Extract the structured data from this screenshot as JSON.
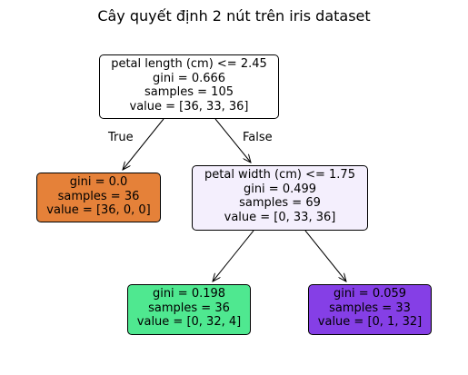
{
  "title": "Cây quyết định 2 nút trên iris dataset",
  "nodes": {
    "root": {
      "lines": [
        "petal length (cm) <= 2.45",
        "gini = 0.666",
        "samples = 105",
        "value = [36, 33, 36]"
      ],
      "fill": "#ffffff"
    },
    "left": {
      "lines": [
        "gini = 0.0",
        "samples = 36",
        "value = [36, 0, 0]"
      ],
      "fill": "#e58139"
    },
    "right": {
      "lines": [
        "petal width (cm) <= 1.75",
        "gini = 0.499",
        "samples = 69",
        "value = [0, 33, 36]"
      ],
      "fill": "#f4effd"
    },
    "rl": {
      "lines": [
        "gini = 0.198",
        "samples = 36",
        "value = [0, 32, 4]"
      ],
      "fill": "#4fe890"
    },
    "rr": {
      "lines": [
        "gini = 0.059",
        "samples = 33",
        "value = [0, 1, 32]"
      ],
      "fill": "#853fe6"
    }
  },
  "edges": {
    "true_label": "True",
    "false_label": "False"
  }
}
